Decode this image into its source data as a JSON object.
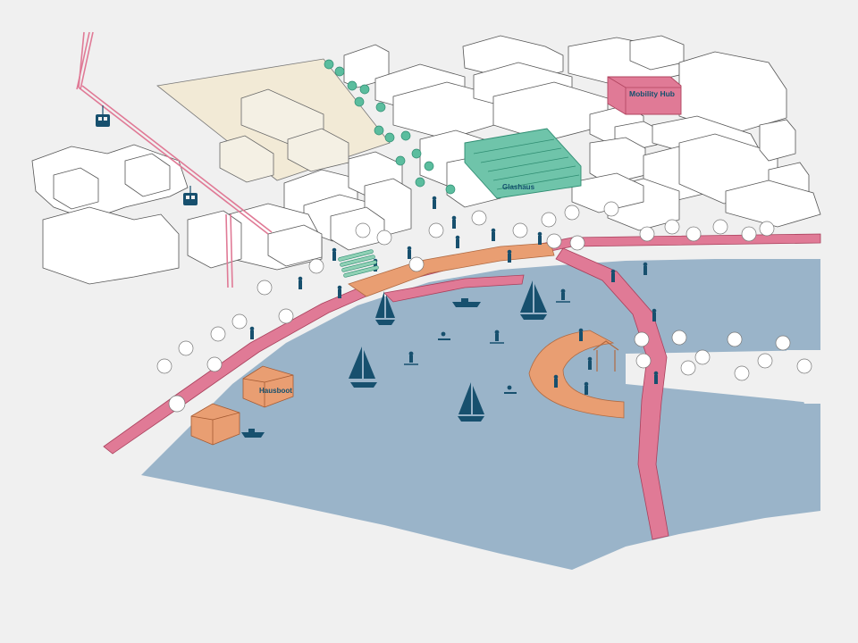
{
  "labels": {
    "mobility_hub": "Mobility Hub",
    "glashaus": "Glashaus",
    "hausboot": "Hausboot"
  },
  "colors": {
    "background": "#f0f0f0",
    "water": "#9ab4c9",
    "promenade": "#e07a96",
    "deck": "#e99e72",
    "glasshouse": "#6fc4aa",
    "field": "#f2ead6",
    "figures": "#17506e",
    "building_stroke": "#555555"
  }
}
